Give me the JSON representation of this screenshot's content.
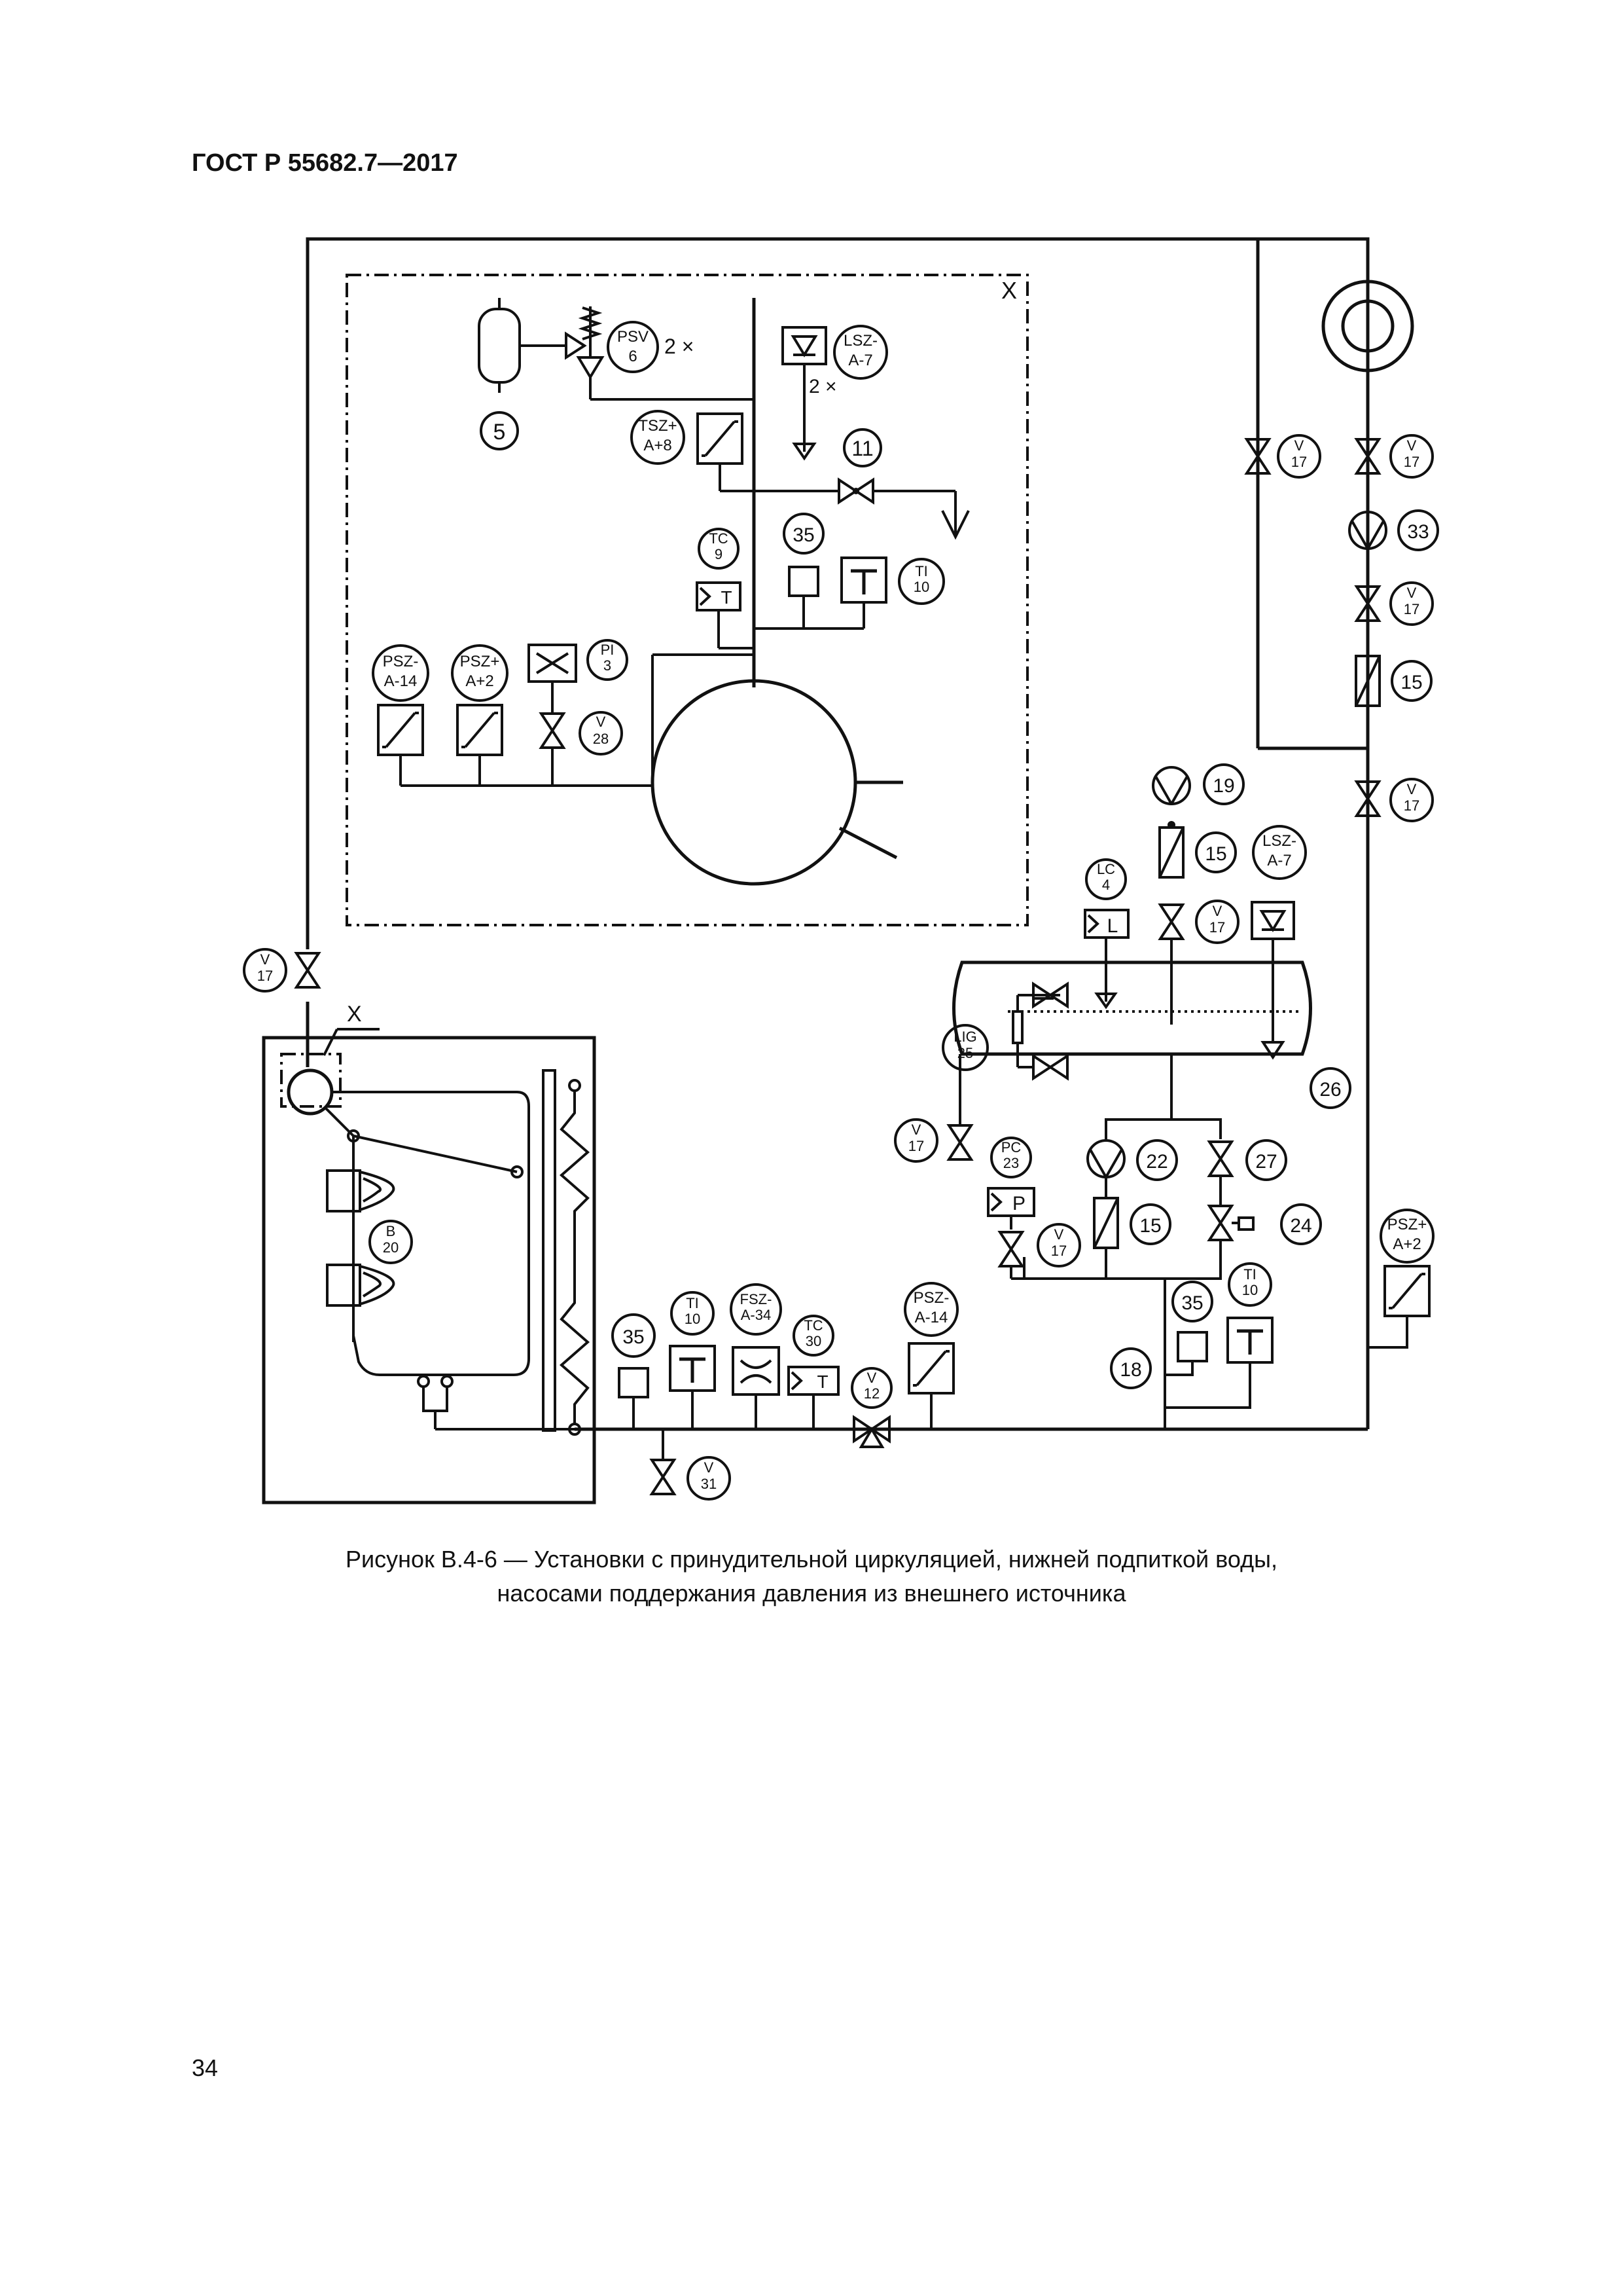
{
  "document": {
    "header": "ГОСТ Р 55682.7—2017",
    "page_number": "34",
    "caption_line1": "Рисунок В.4-6 — Установки с принудительной циркуляцией, нижней подпиткой воды,",
    "caption_line2": "насосами поддержания давления из внешнего источника"
  },
  "diagram": {
    "area_label_x": "X",
    "area_label_x2": "X",
    "multiplier": "2 ×",
    "numbers": {
      "n5": "5",
      "n11": "11",
      "n35": "35",
      "n33": "33",
      "n15": "15",
      "n19": "19",
      "n26": "26",
      "n22": "22",
      "n27": "27",
      "n24": "24",
      "n18": "18"
    },
    "instruments": {
      "psv6": [
        "PSV",
        "6"
      ],
      "lsz7": [
        "LSZ-",
        "A-7"
      ],
      "tsz8": [
        "TSZ+",
        "A+8"
      ],
      "tc9": [
        "TC",
        "9"
      ],
      "ti10": [
        "TI",
        "10"
      ],
      "psz14": [
        "PSZ-",
        "A-14"
      ],
      "psz2": [
        "PSZ+",
        "A+2"
      ],
      "pi3": [
        "PI",
        "3"
      ],
      "v28": [
        "V",
        "28"
      ],
      "v17": [
        "V",
        "17"
      ],
      "lc4": [
        "LC",
        "4"
      ],
      "lig25": [
        "LIG",
        "25"
      ],
      "pc23": [
        "PC",
        "23"
      ],
      "b20": [
        "B",
        "20"
      ],
      "fsz34": [
        "FSZ-",
        "A-34"
      ],
      "tc30": [
        "TC",
        "30"
      ],
      "v12": [
        "V",
        "12"
      ],
      "v31": [
        "V",
        "31"
      ]
    },
    "box_letters": {
      "t": "T",
      "l": "L",
      "p": "P"
    }
  }
}
